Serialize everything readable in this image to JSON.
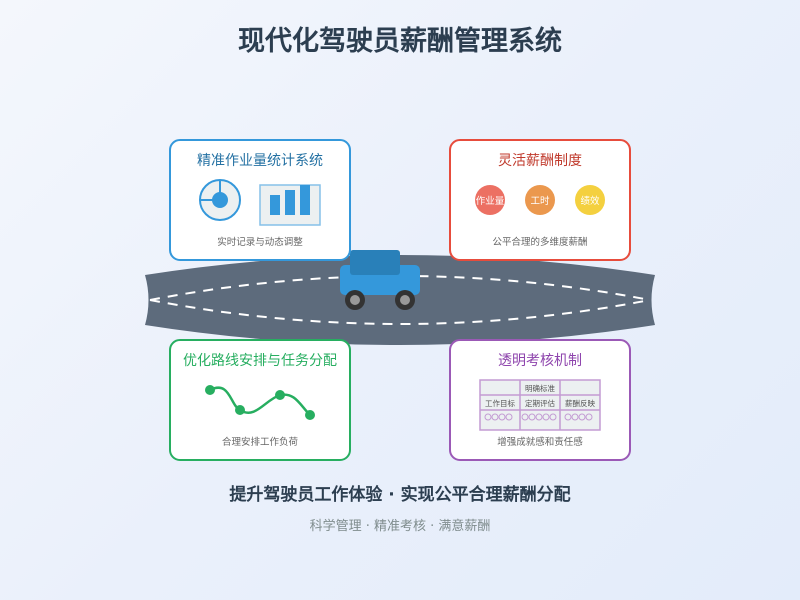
{
  "title": "现代化驾驶员薪酬管理系统",
  "cards": {
    "stats": {
      "title": "精准作业量统计系统",
      "caption": "实时记录与动态调整",
      "color": "#3498db"
    },
    "pay": {
      "title": "灵活薪酬制度",
      "caption": "公平合理的多维度薪酬",
      "color": "#e74c3c",
      "badges": [
        {
          "label": "作业量",
          "color": "#ec7063"
        },
        {
          "label": "工时",
          "color": "#eb984e"
        },
        {
          "label": "绩效",
          "color": "#f4d03f"
        }
      ]
    },
    "route": {
      "title": "优化路线安排与任务分配",
      "caption": "合理安排工作负荷",
      "color": "#27ae60"
    },
    "review": {
      "title": "透明考核机制",
      "caption": "增强成就感和责任感",
      "color": "#9b59b6",
      "table": {
        "header": "明确标准",
        "cells": [
          "工作目标",
          "定期评估",
          "薪酬反映"
        ]
      }
    }
  },
  "footer": {
    "headline": "提升驾驶员工作体验 · 实现公平合理薪酬分配",
    "subline": "科学管理 · 精准考核 · 满意薪酬"
  }
}
